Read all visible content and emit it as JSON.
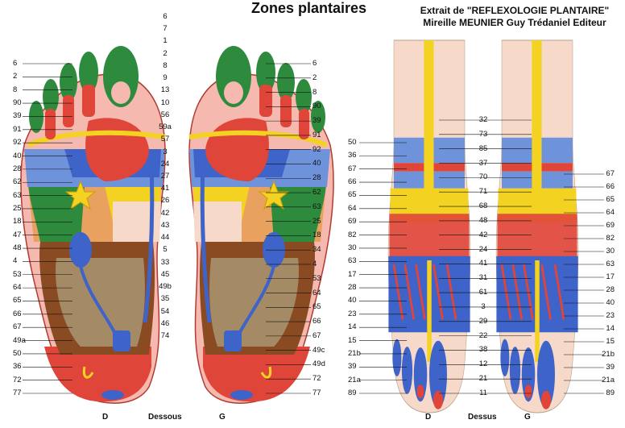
{
  "title": "Zones plantaires",
  "credit": {
    "line1": "Extrait de \"REFLEXOLOGIE PLANTAIRE\"",
    "line2": "Mireille MEUNIER Guy Trédaniel Editeur"
  },
  "captions": {
    "sole_right": "D",
    "sole_center": "Dessous",
    "sole_left": "G",
    "dorsal_right": "D",
    "dorsal_center": "Dessus",
    "dorsal_left": "G"
  },
  "sole_left_labels": [
    "6",
    "2",
    "8",
    "90",
    "39",
    "91",
    "92",
    "40",
    "28",
    "62",
    "63",
    "25",
    "18",
    "47",
    "48",
    "4",
    "53",
    "64",
    "65",
    "66",
    "67",
    "49a",
    "50",
    "36",
    "72",
    "77"
  ],
  "sole_right_labels": [
    "6",
    "2",
    "8",
    "90",
    "39",
    "91",
    "92",
    "40",
    "28",
    "62",
    "63",
    "25",
    "18",
    "34",
    "4",
    "53",
    "64",
    "65",
    "66",
    "67",
    "49c",
    "49d",
    "72",
    "77"
  ],
  "sole_center_labels": [
    "6",
    "7",
    "1",
    "2",
    "8",
    "9",
    "13",
    "10",
    "56",
    "59a",
    "57",
    "3",
    "24",
    "27",
    "41",
    "26",
    "42",
    "43",
    "44",
    "5",
    "33",
    "45",
    "49b",
    "35",
    "54",
    "46",
    "74"
  ],
  "dorsal_left_labels": [
    "50",
    "36",
    "67",
    "66",
    "65",
    "64",
    "69",
    "82",
    "30",
    "63",
    "17",
    "28",
    "40",
    "23",
    "14",
    "15",
    "21b",
    "39",
    "21a",
    "89"
  ],
  "dorsal_right_labels": [
    "67",
    "66",
    "65",
    "64",
    "69",
    "82",
    "30",
    "63",
    "17",
    "28",
    "40",
    "23",
    "14",
    "15",
    "21b",
    "39",
    "21a",
    "89"
  ],
  "dorsal_center_labels": [
    "32",
    "73",
    "85",
    "37",
    "70",
    "71",
    "68",
    "48",
    "42",
    "24",
    "41",
    "31",
    "61",
    "3",
    "29",
    "22",
    "38",
    "12",
    "21",
    "11"
  ],
  "colors": {
    "toe_green": "#2e8b3e",
    "red": "#e0453a",
    "pink": "#e8858f",
    "blue": "#3e63c9",
    "light_blue": "#6f93db",
    "yellow": "#f3d221",
    "brown": "#8a4a22",
    "tan": "#a58a66",
    "orange": "#e9a15f",
    "flesh": "#f7d9c9",
    "dark_green": "#2f7a3a"
  }
}
